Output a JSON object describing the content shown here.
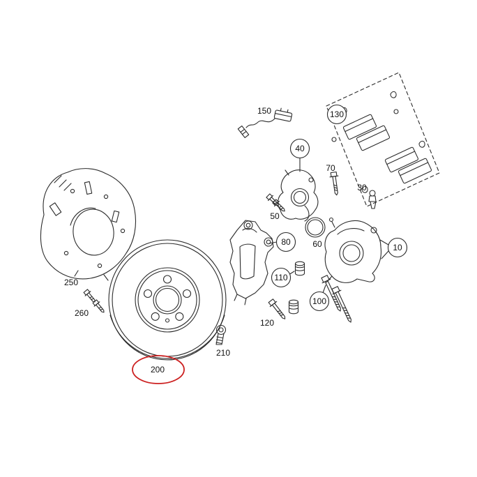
{
  "diagram": {
    "callouts": {
      "10": {
        "label": "10",
        "shape": "circled"
      },
      "30": {
        "label": "30",
        "shape": "plain"
      },
      "40": {
        "label": "40",
        "shape": "circled"
      },
      "50": {
        "label": "50",
        "shape": "plain"
      },
      "60": {
        "label": "60",
        "shape": "plain"
      },
      "70": {
        "label": "70",
        "shape": "plain"
      },
      "80": {
        "label": "80",
        "shape": "circled"
      },
      "100": {
        "label": "100",
        "shape": "circled"
      },
      "110": {
        "label": "110",
        "shape": "circled"
      },
      "120": {
        "label": "120",
        "shape": "plain"
      },
      "130": {
        "label": "130",
        "shape": "circled"
      },
      "150": {
        "label": "150",
        "shape": "plain"
      },
      "200": {
        "label": "200",
        "shape": "plain",
        "highlighted": true
      },
      "210": {
        "label": "210",
        "shape": "plain"
      },
      "250": {
        "label": "250",
        "shape": "plain"
      },
      "260": {
        "label": "260",
        "shape": "plain"
      }
    },
    "highlighted_part": "200",
    "colors": {
      "background": "#ffffff",
      "line": "#2b2b2b",
      "text": "#111111",
      "highlight": "#cc2020"
    }
  }
}
